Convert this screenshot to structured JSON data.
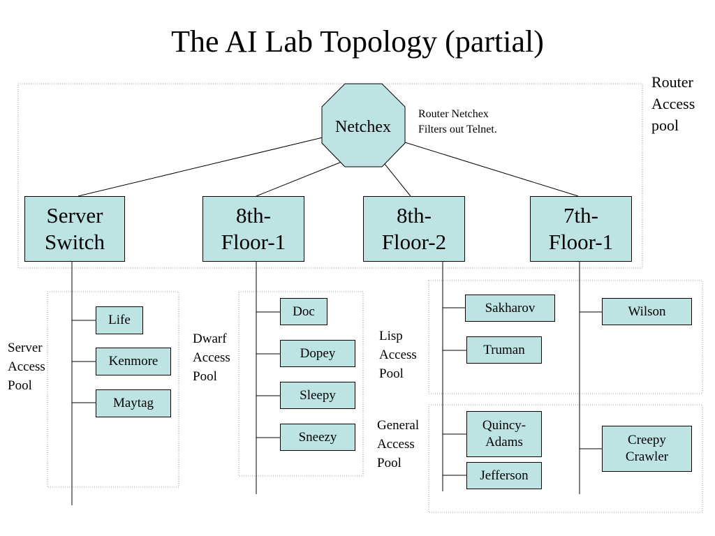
{
  "title": "The AI Lab Topology (partial)",
  "router": {
    "name": "Netchex",
    "note": "Router Netchex\nFilters out Telnet.",
    "pool_label": "Router\nAccess\npool"
  },
  "switches": [
    {
      "id": "server-switch",
      "label": "Server\nSwitch"
    },
    {
      "id": "8th-floor-1",
      "label": "8th-\nFloor-1"
    },
    {
      "id": "8th-floor-2",
      "label": "8th-\nFloor-2"
    },
    {
      "id": "7th-floor-1",
      "label": "7th-\nFloor-1"
    }
  ],
  "pools": {
    "server": {
      "label": "Server\nAccess\nPool",
      "hosts": [
        "Life",
        "Kenmore",
        "Maytag"
      ]
    },
    "dwarf": {
      "label": "Dwarf\nAccess\nPool",
      "hosts": [
        "Doc",
        "Dopey",
        "Sleepy",
        "Sneezy"
      ]
    },
    "lisp": {
      "label": "Lisp\nAccess\nPool",
      "hosts": [
        "Sakharov",
        "Truman",
        "Wilson"
      ]
    },
    "general": {
      "label": "General\nAccess\nPool",
      "hosts": [
        "Quincy-\nAdams",
        "Jefferson",
        "Creepy\nCrawler"
      ]
    }
  },
  "colors": {
    "node_fill": "#bde3e3",
    "line": "#000000",
    "pool_border": "#999999"
  }
}
